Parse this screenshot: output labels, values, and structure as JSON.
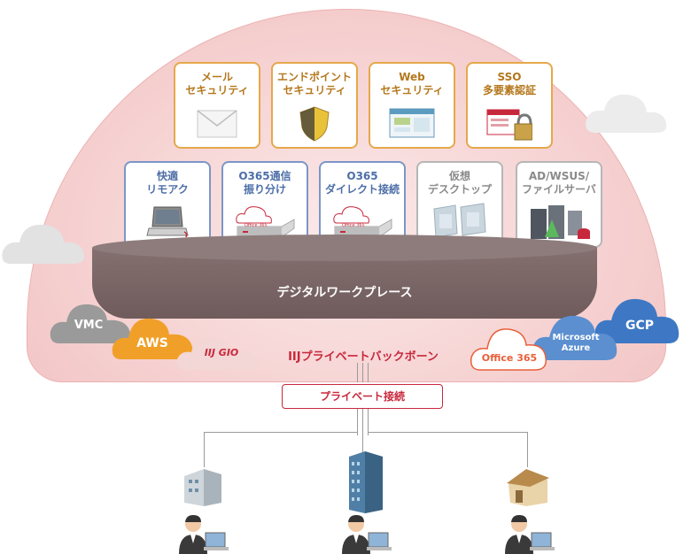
{
  "services_top": [
    {
      "label": "メール\nセキュリティ",
      "icon": "envelope-icon"
    },
    {
      "label": "エンドポイント\nセキュリティ",
      "icon": "shield-icon"
    },
    {
      "label": "Web\nセキュリティ",
      "icon": "browser-window-icon"
    },
    {
      "label": "SSO\n多要素認証",
      "icon": "padlock-icon"
    }
  ],
  "services_mid": [
    {
      "label": "快適\nリモアク",
      "icon": "laptop-icon"
    },
    {
      "label": "O365通信\n振り分け",
      "icon": "router-office365-icon",
      "badge": "Office 365"
    },
    {
      "label": "O365\nダイレクト接続",
      "icon": "router-office365-icon",
      "badge": "Office 365"
    },
    {
      "label": "仮想\nデスクトップ",
      "icon": "virtual-desktop-icon"
    },
    {
      "label": "AD/WSUS/\nファイルサーバ",
      "icon": "server-rack-icon"
    }
  ],
  "platform_label": "デジタルワークプレース",
  "clouds": {
    "vmc": "VMC",
    "aws": "AWS",
    "iij_gio": "IIJ GIO",
    "gcp": "GCP",
    "azure": "Microsoft\nAzure",
    "office365": "Office 365"
  },
  "backbone_label": "IIJプライベートバックボーン",
  "private_connection_label": "プライベート接続",
  "colors": {
    "accent_red": "#c8283c",
    "orange": "#e6a84b",
    "blue": "#7b96c8",
    "aws_orange": "#f0a028",
    "gcp_blue": "#3e78c4",
    "azure_blue": "#5b8fd0"
  }
}
